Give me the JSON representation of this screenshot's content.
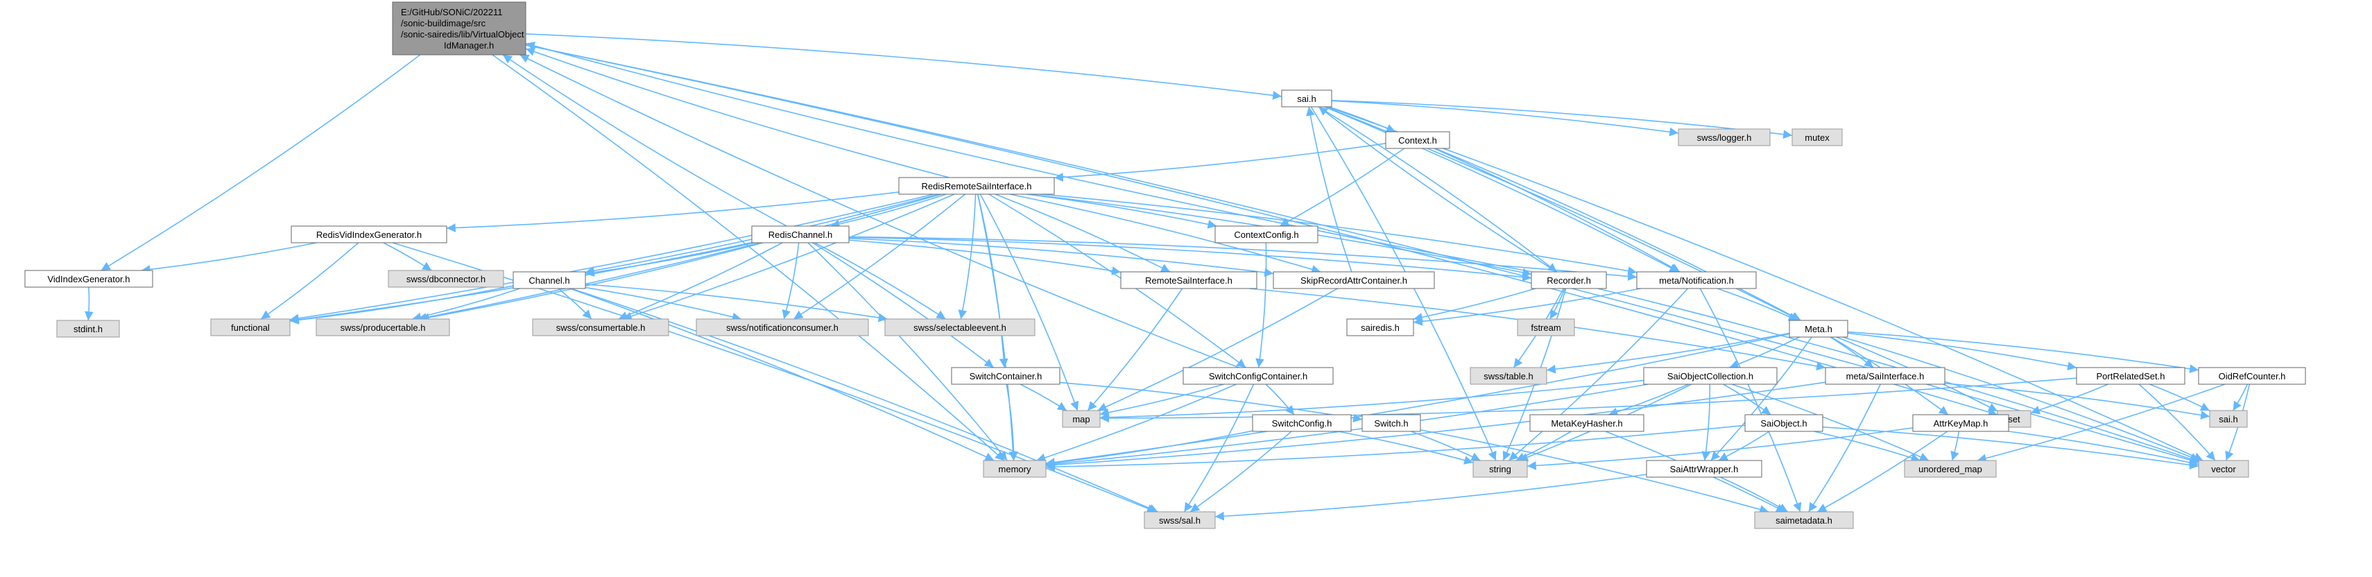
{
  "colors": {
    "focus_fill": "#999999",
    "focus_stroke": "#666666",
    "node_fill": "#ffffff",
    "node_stroke": "#666666",
    "external_fill": "#e0e0e0",
    "external_stroke": "#999999",
    "edge": "#63b8ff"
  },
  "focus": {
    "lines": [
      "E:/GitHub/SONiC/202211",
      "/sonic-buildimage/src",
      "/sonic-sairedis/lib/VirtualObject",
      "IdManager.h"
    ]
  },
  "nodes": [
    {
      "id": "sai_h",
      "label": "sai.h",
      "kind": "header"
    },
    {
      "id": "swss_logger",
      "label": "swss/logger.h",
      "kind": "external"
    },
    {
      "id": "mutex",
      "label": "mutex",
      "kind": "external"
    },
    {
      "id": "context_h",
      "label": "Context.h",
      "kind": "header"
    },
    {
      "id": "redis_remote",
      "label": "RedisRemoteSaiInterface.h",
      "kind": "header"
    },
    {
      "id": "redis_vid_index",
      "label": "RedisVidIndexGenerator.h",
      "kind": "header"
    },
    {
      "id": "redis_channel",
      "label": "RedisChannel.h",
      "kind": "header"
    },
    {
      "id": "context_config",
      "label": "ContextConfig.h",
      "kind": "header"
    },
    {
      "id": "vid_index_gen",
      "label": "VidIndexGenerator.h",
      "kind": "header"
    },
    {
      "id": "swss_dbconnector",
      "label": "swss/dbconnector.h",
      "kind": "external"
    },
    {
      "id": "stdint",
      "label": "stdint.h",
      "kind": "external"
    },
    {
      "id": "channel_h",
      "label": "Channel.h",
      "kind": "header"
    },
    {
      "id": "remote_sai",
      "label": "RemoteSaiInterface.h",
      "kind": "header"
    },
    {
      "id": "skip_record",
      "label": "SkipRecordAttrContainer.h",
      "kind": "header"
    },
    {
      "id": "recorder_h",
      "label": "Recorder.h",
      "kind": "header"
    },
    {
      "id": "meta_notification",
      "label": "meta/Notification.h",
      "kind": "header"
    },
    {
      "id": "functional",
      "label": "functional",
      "kind": "external"
    },
    {
      "id": "swss_producer",
      "label": "swss/producertable.h",
      "kind": "external"
    },
    {
      "id": "swss_consumer",
      "label": "swss/consumertable.h",
      "kind": "external"
    },
    {
      "id": "swss_notifconsumer",
      "label": "swss/notificationconsumer.h",
      "kind": "external"
    },
    {
      "id": "swss_selectable",
      "label": "swss/selectableevent.h",
      "kind": "external"
    },
    {
      "id": "sairedis_h",
      "label": "sairedis.h",
      "kind": "header"
    },
    {
      "id": "fstream",
      "label": "fstream",
      "kind": "external"
    },
    {
      "id": "meta_h",
      "label": "Meta.h",
      "kind": "header"
    },
    {
      "id": "swss_table",
      "label": "swss/table.h",
      "kind": "external"
    },
    {
      "id": "switch_container",
      "label": "SwitchContainer.h",
      "kind": "header"
    },
    {
      "id": "switch_config_container",
      "label": "SwitchConfigContainer.h",
      "kind": "header"
    },
    {
      "id": "sai_obj_collection",
      "label": "SaiObjectCollection.h",
      "kind": "header"
    },
    {
      "id": "meta_sai_interface",
      "label": "meta/SaiInterface.h",
      "kind": "header"
    },
    {
      "id": "port_related_set",
      "label": "PortRelatedSet.h",
      "kind": "header"
    },
    {
      "id": "oid_ref_counter",
      "label": "OidRefCounter.h",
      "kind": "header"
    },
    {
      "id": "map",
      "label": "map",
      "kind": "external"
    },
    {
      "id": "set",
      "label": "set",
      "kind": "external"
    },
    {
      "id": "sai_h2",
      "label": "sai.h",
      "kind": "external"
    },
    {
      "id": "switch_config",
      "label": "SwitchConfig.h",
      "kind": "header"
    },
    {
      "id": "switch_h",
      "label": "Switch.h",
      "kind": "header"
    },
    {
      "id": "meta_key_hasher",
      "label": "MetaKeyHasher.h",
      "kind": "header"
    },
    {
      "id": "sai_object",
      "label": "SaiObject.h",
      "kind": "header"
    },
    {
      "id": "attr_key_map",
      "label": "AttrKeyMap.h",
      "kind": "header"
    },
    {
      "id": "memory",
      "label": "memory",
      "kind": "external"
    },
    {
      "id": "string",
      "label": "string",
      "kind": "external"
    },
    {
      "id": "unordered_map",
      "label": "unordered_map",
      "kind": "external"
    },
    {
      "id": "vector",
      "label": "vector",
      "kind": "external"
    },
    {
      "id": "sai_attr_wrapper",
      "label": "SaiAttrWrapper.h",
      "kind": "header"
    },
    {
      "id": "swss_sal",
      "label": "swss/sal.h",
      "kind": "external"
    },
    {
      "id": "saimetadata",
      "label": "saimetadata.h",
      "kind": "external"
    }
  ]
}
